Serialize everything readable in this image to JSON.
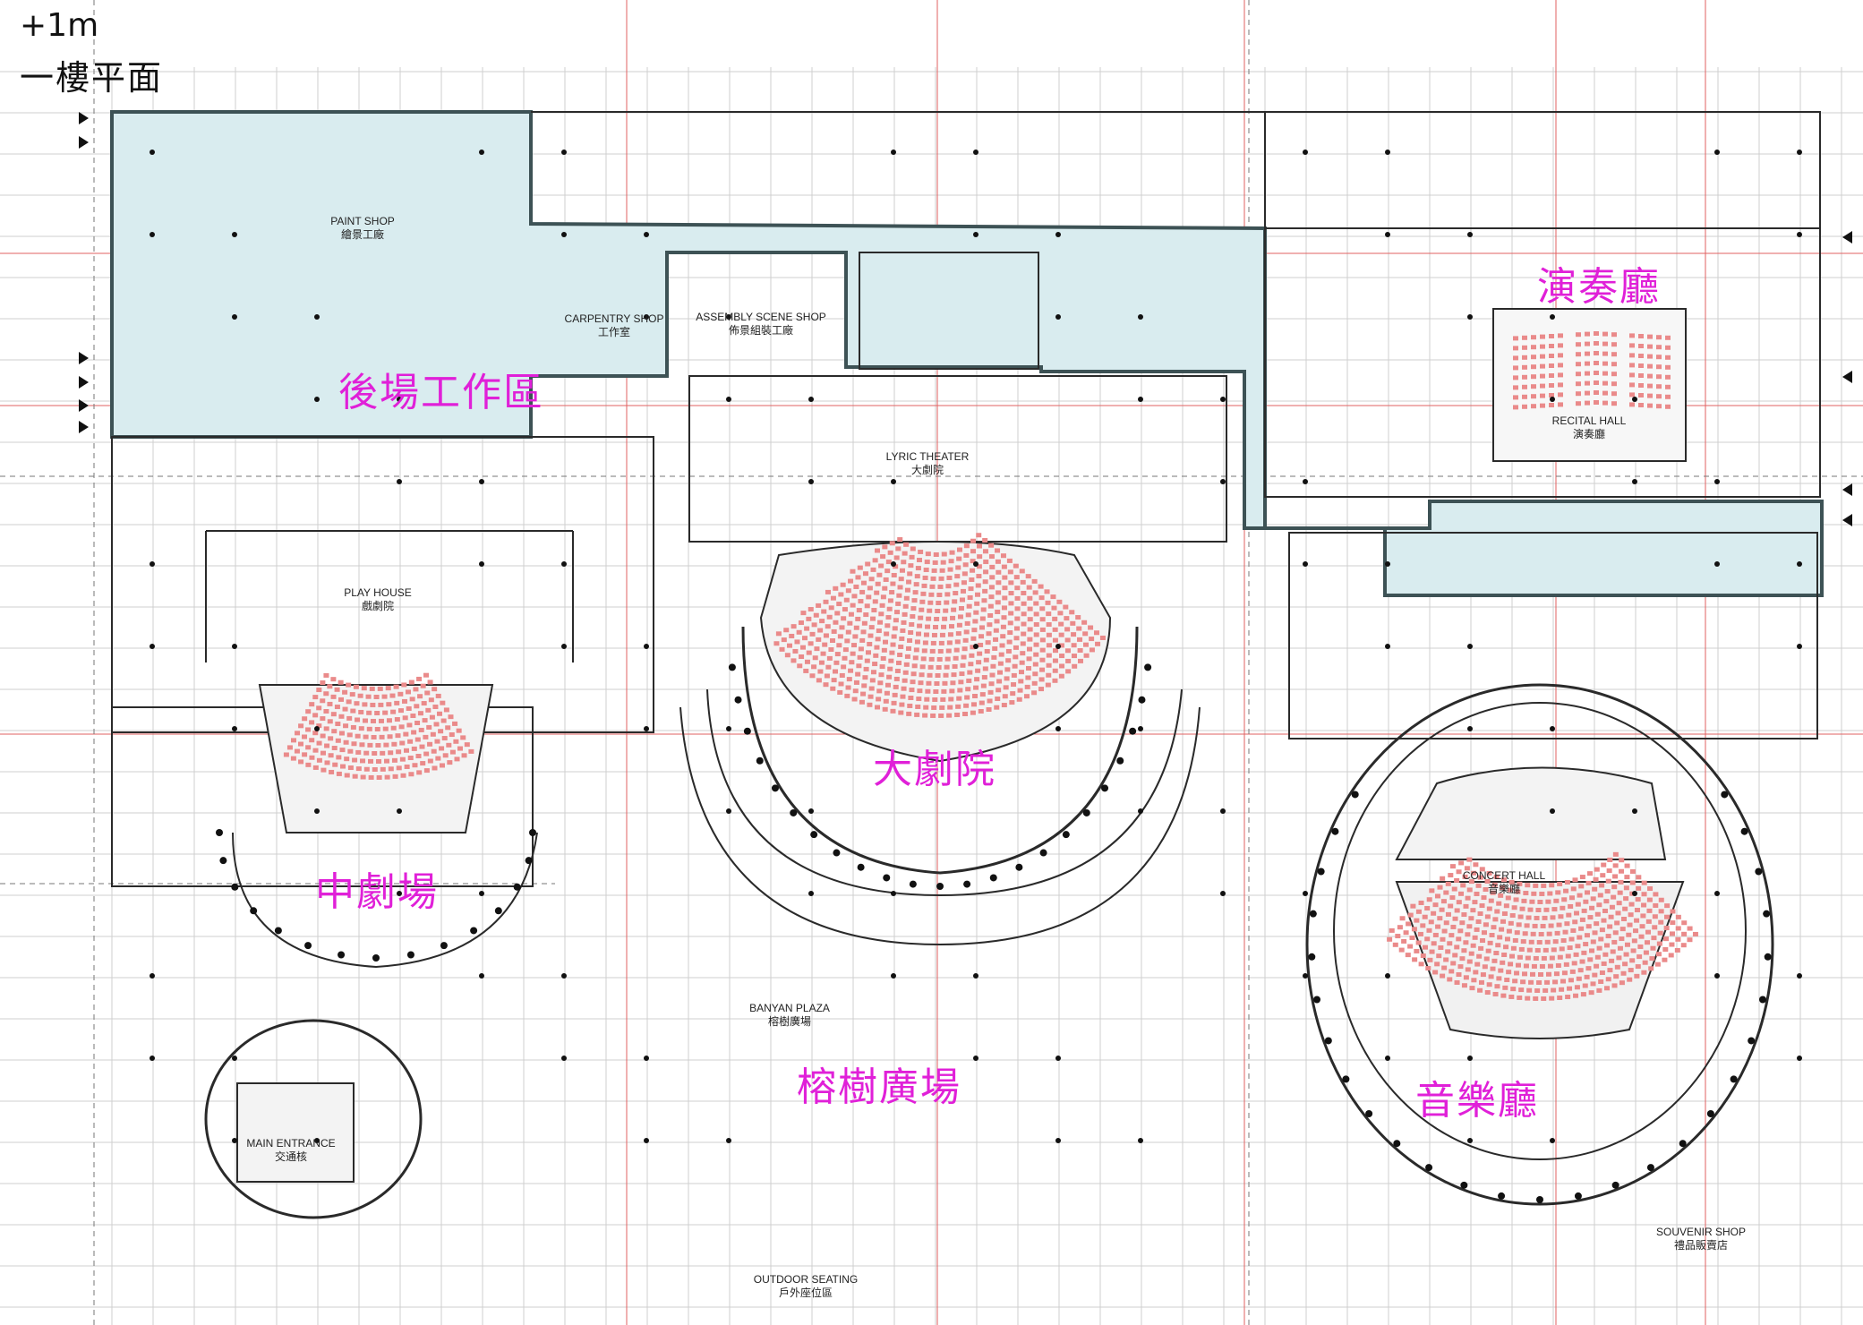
{
  "header": {
    "level": "+1m",
    "floor_name": "一樓平面"
  },
  "zones": {
    "backstage": "後場工作區",
    "recital": "演奏廳",
    "lyric": "大劇院",
    "playhouse": "中劇場",
    "plaza": "榕樹廣場",
    "concert": "音樂廳"
  },
  "rooms": {
    "paint_shop": {
      "en": "PAINT SHOP",
      "zh": "繪景工廠"
    },
    "carpentry_shop": {
      "en": "CARPENTRY SHOP",
      "zh": "工作室"
    },
    "assembly_shop": {
      "en": "ASSEMBLY SCENE SHOP",
      "zh": "佈景組裝工廠"
    },
    "lyric_theater": {
      "en": "LYRIC THEATER",
      "zh": "大劇院"
    },
    "recital_hall": {
      "en": "RECITAL HALL",
      "zh": "演奏廳"
    },
    "play_house": {
      "en": "PLAY HOUSE",
      "zh": "戲劇院"
    },
    "concert_hall": {
      "en": "CONCERT HALL",
      "zh": "音樂廳"
    },
    "banyan_plaza": {
      "en": "BANYAN PLAZA",
      "zh": "榕樹廣場"
    },
    "main_entrance": {
      "en": "MAIN ENTRANCE",
      "zh": "交通核"
    },
    "souvenir_shop": {
      "en": "SOUVENIR SHOP",
      "zh": "禮品販賣店"
    },
    "outdoor_seating": {
      "en": "OUTDOOR SEATING",
      "zh": "戶外座位區"
    }
  },
  "colors": {
    "backstage_fill": "#d9ecef",
    "thick_outline": "#3d5255",
    "grid": "#c8c8c8",
    "red_axis": "#e06060",
    "seats": "#ea8a8a",
    "zone_text": "#e020d8",
    "wall": "#2a2a2a"
  }
}
